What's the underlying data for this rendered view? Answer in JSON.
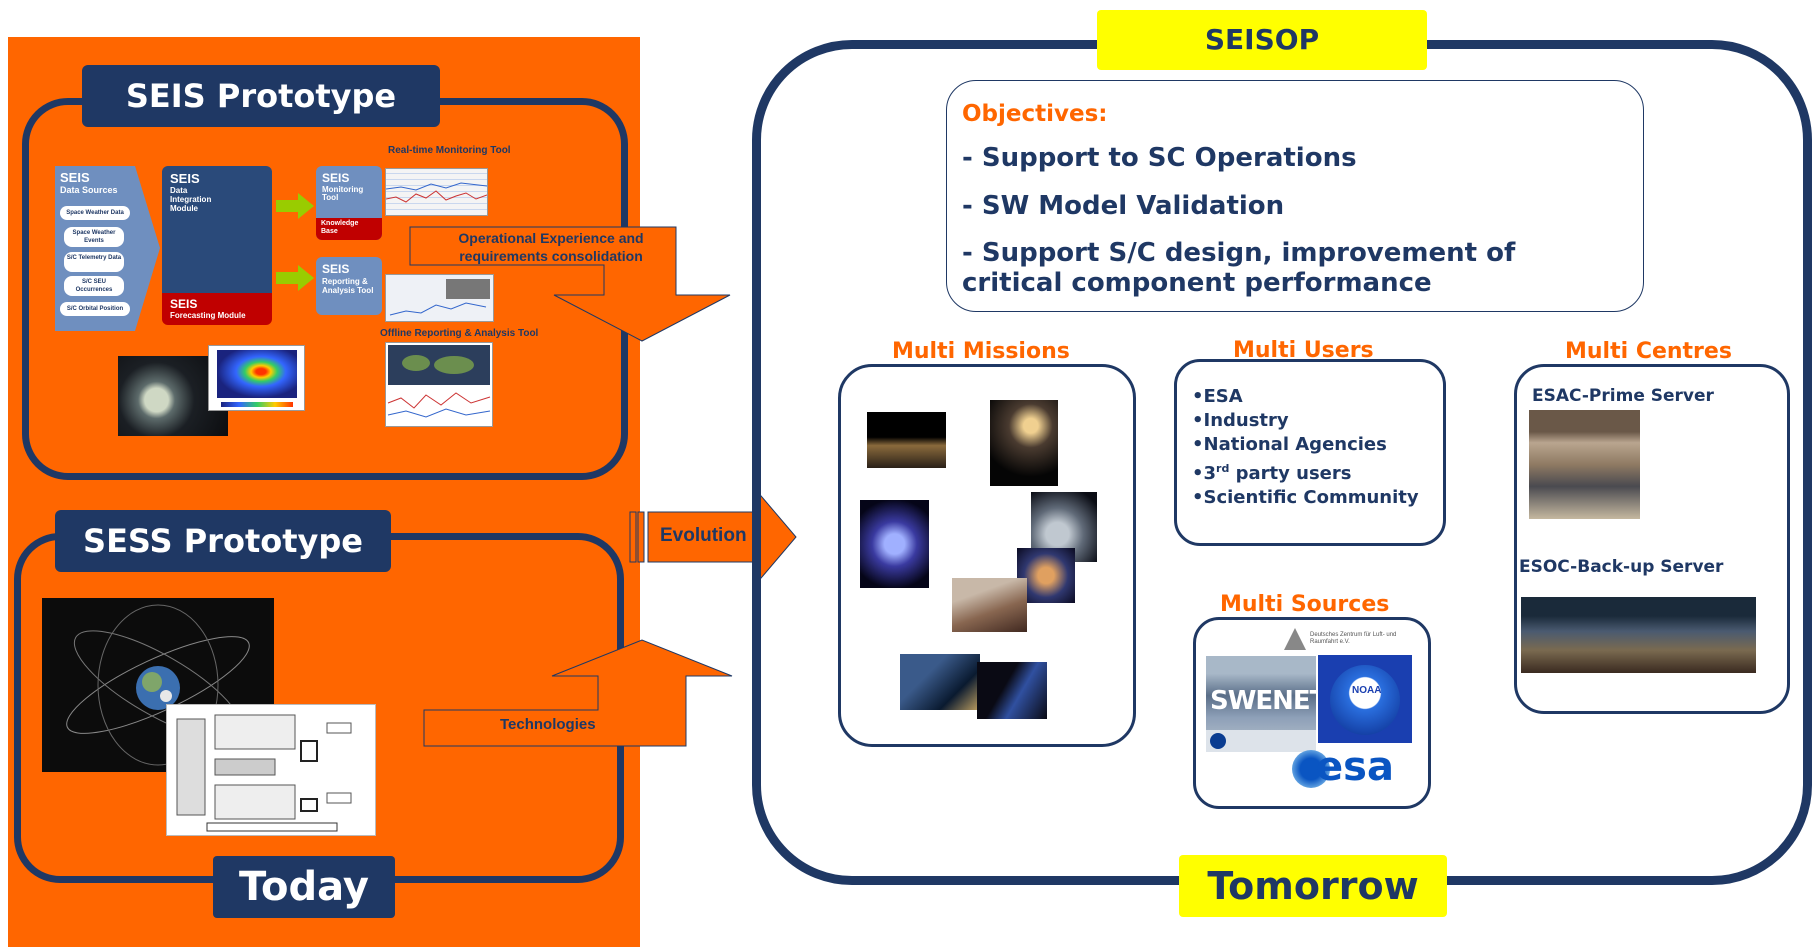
{
  "today": {
    "seis": {
      "title": "SEIS Prototype",
      "data_sources": {
        "heading": "SEIS",
        "subheading": "Data Sources",
        "items": [
          "Space Weather Data",
          "Space Weather Events",
          "S/C Telemetry Data",
          "S/C SEU Occurrences",
          "S/C Orbital Position"
        ]
      },
      "integration": {
        "heading": "SEIS",
        "subheading": "Data Integration Module"
      },
      "forecasting": {
        "heading": "SEIS",
        "subheading": "Forecasting Module"
      },
      "monitoring": {
        "heading": "SEIS",
        "subheading": "Monitoring Tool",
        "footer": "Knowledge Base"
      },
      "reporting": {
        "heading": "SEIS",
        "subheading": "Reporting & Analysis Tool"
      },
      "realtime_label": "Real-time Monitoring Tool",
      "offline_label": "Offline Reporting & Analysis Tool"
    },
    "sess": {
      "title": "SESS Prototype"
    },
    "footer": "Today"
  },
  "arrows": {
    "operational": "Operational Experience and requirements consolidation",
    "evolution": "Evolution",
    "technologies": "Technologies"
  },
  "tomorrow": {
    "title": "SEISOP",
    "footer": "Tomorrow",
    "objectives": {
      "heading": "Objectives:",
      "lines": [
        "- Support to SC Operations",
        "- SW Model Validation",
        "- Support S/C design, improvement of",
        "critical component performance"
      ]
    },
    "missions": {
      "heading": "Multi Missions"
    },
    "users": {
      "heading": "Multi Users",
      "items": [
        "•ESA",
        "•Industry",
        "•National Agencies",
        "•3rd party users",
        "•Scientific Community"
      ]
    },
    "sources": {
      "heading": "Multi Sources",
      "logos": {
        "dlr": "Deutsches Zentrum für Luft- und Raumfahrt e.V.",
        "swenet": "SWENET",
        "noaa": "NOAA",
        "esa": "esa"
      }
    },
    "centres": {
      "heading": "Multi Centres",
      "esac": "ESAC-Prime Server",
      "esoc": "ESOC-Back-up Server"
    }
  },
  "colors": {
    "navy": "#1f3864",
    "orange": "#ff6600",
    "yellow": "#ffff00",
    "red": "#c00000"
  }
}
